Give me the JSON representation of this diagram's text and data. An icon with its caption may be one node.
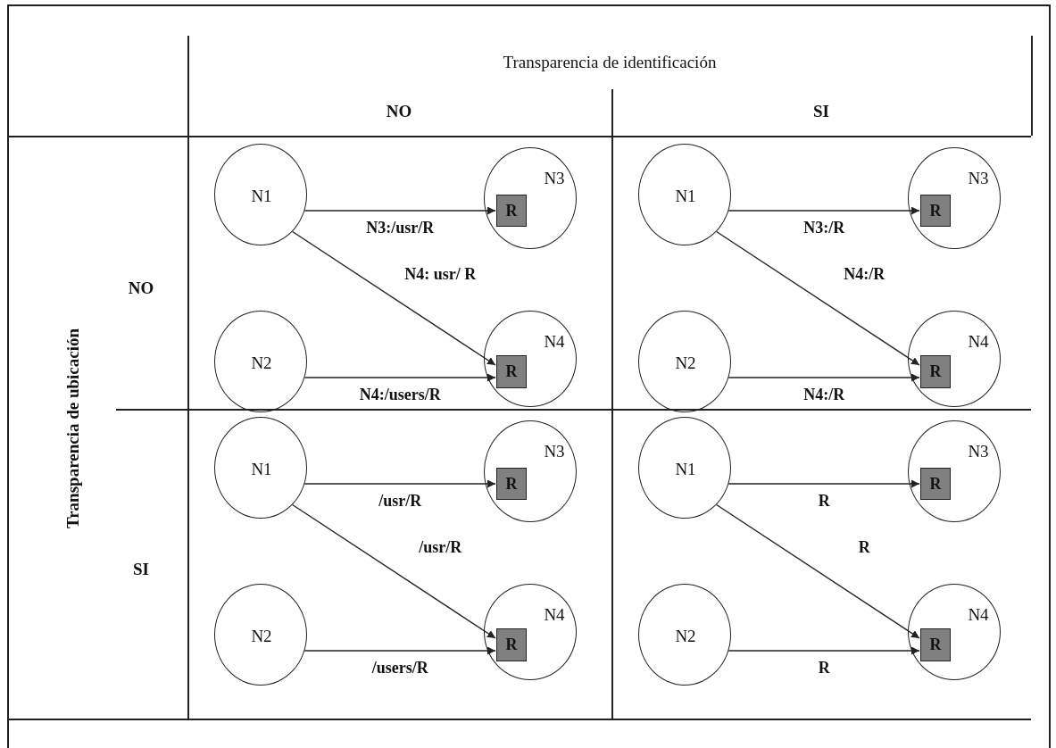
{
  "diagram": {
    "nodes": [
      {
        "text": [
          "N1"
        ]
      },
      {
        "text": [
          "N3"
        ]
      },
      {
        "text": [
          "R"
        ],
        "in": 1
      },
      {
        "text": [
          "N2"
        ]
      },
      {
        "text": [
          "N4"
        ]
      },
      {
        "text": [
          "R"
        ],
        "in": 4
      },
      {
        "text": [
          "N1"
        ]
      },
      {
        "text": [
          "N3"
        ]
      },
      {
        "text": [
          "R"
        ],
        "in": 7
      },
      {
        "text": [
          "N2"
        ]
      },
      {
        "text": [
          "N4"
        ]
      },
      {
        "text": [
          "R"
        ],
        "in": 10
      },
      {
        "text": [
          "N1"
        ]
      },
      {
        "text": [
          "N3"
        ]
      },
      {
        "text": [
          "R"
        ],
        "in": 13
      },
      {
        "text": [
          "N2"
        ]
      },
      {
        "text": [
          "N4"
        ]
      },
      {
        "text": [
          "R"
        ],
        "in": 16
      },
      {
        "text": [
          "N1"
        ]
      },
      {
        "text": [
          "N3"
        ]
      },
      {
        "text": [
          "R"
        ],
        "in": 19
      },
      {
        "text": [
          "N2"
        ]
      },
      {
        "text": [
          "N4"
        ]
      },
      {
        "text": [
          "R"
        ],
        "in": 22
      }
    ],
    "edges": [
      {
        "from": 0,
        "to": 2,
        "arrow": "to",
        "label": "N3:/usr/R"
      },
      {
        "from": 0,
        "to": 5,
        "arrow": "to",
        "label": "N4: usr/ R"
      },
      {
        "from": 3,
        "to": 5,
        "arrow": "to",
        "label": "N4:/users/R"
      },
      {
        "from": 6,
        "to": 8,
        "arrow": "to",
        "label": "N3:/R"
      },
      {
        "from": 6,
        "to": 11,
        "arrow": "to",
        "label": "N4:/R"
      },
      {
        "from": 9,
        "to": 11,
        "arrow": "to",
        "label": "N4:/R"
      },
      {
        "from": 12,
        "to": 14,
        "arrow": "to",
        "label": "/usr/R"
      },
      {
        "from": 12,
        "to": 17,
        "arrow": "to",
        "label": "/usr/R"
      },
      {
        "from": 15,
        "to": 17,
        "arrow": "to",
        "label": "/users/R"
      },
      {
        "from": 18,
        "to": 20,
        "arrow": "to",
        "label": "R"
      },
      {
        "from": 18,
        "to": 23,
        "arrow": "to",
        "label": "R"
      },
      {
        "from": 21,
        "to": 23,
        "arrow": "to",
        "label": "R"
      }
    ],
    "labels": [
      "Transparencia de identificación",
      "NO",
      "SI",
      "Transparencia de ubicación",
      "NO",
      "SI"
    ]
  }
}
